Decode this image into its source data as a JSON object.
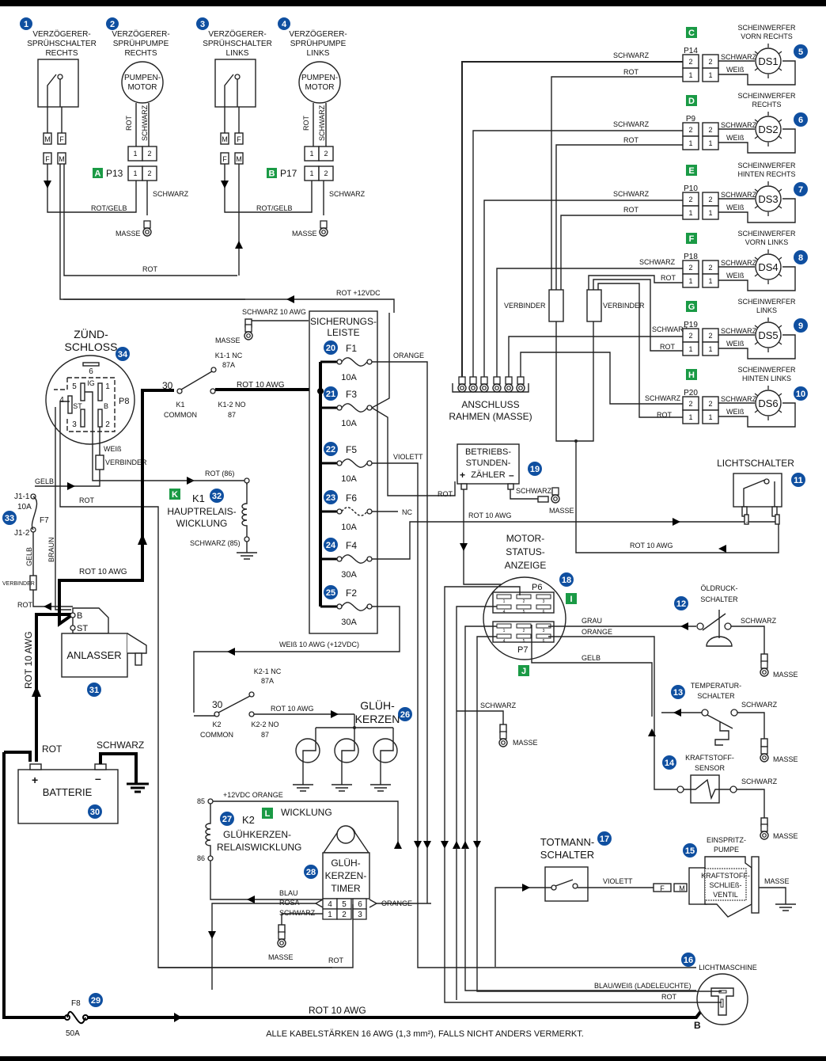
{
  "title": "Schaltplan",
  "note": "ALLE KABELSTÄRKEN 16 AWG (1,3 mm²), FALLS NICHT ANDERS VERMERKT.",
  "colors": {
    "badge": "#0f4fa0",
    "connector_label": "#1a9a45"
  },
  "components": {
    "c1": {
      "num": "1",
      "l1": "VERZÖGERER-",
      "l2": "SPRÜHSCHALTER",
      "l3": "RECHTS"
    },
    "c2": {
      "num": "2",
      "l1": "VERZÖGERER-",
      "l2": "SPRÜHPUMPE",
      "l3": "RECHTS",
      "motor1": "PUMPEN-",
      "motor2": "MOTOR"
    },
    "c3": {
      "num": "3",
      "l1": "VERZÖGERER-",
      "l2": "SPRÜHSCHALTER",
      "l3": "LINKS"
    },
    "c4": {
      "num": "4",
      "l1": "VERZÖGERER-",
      "l2": "SPRÜHPUMPE",
      "l3": "LINKS",
      "motor1": "PUMPEN-",
      "motor2": "MOTOR"
    },
    "c5": {
      "num": "5",
      "l1": "SCHEINWERFER",
      "l2": "VORN RECHTS",
      "id": "DS1",
      "conn": "P14",
      "letter": "C"
    },
    "c6": {
      "num": "6",
      "l1": "SCHEINWERFER",
      "l2": "RECHTS",
      "id": "DS2",
      "conn": "P9",
      "letter": "D"
    },
    "c7": {
      "num": "7",
      "l1": "SCHEINWERFER",
      "l2": "HINTEN RECHTS",
      "id": "DS3",
      "conn": "P10",
      "letter": "E"
    },
    "c8": {
      "num": "8",
      "l1": "SCHEINWERFER",
      "l2": "VORN LINKS",
      "id": "DS4",
      "conn": "P18",
      "letter": "F"
    },
    "c9": {
      "num": "9",
      "l1": "SCHEINWERFER",
      "l2": "LINKS",
      "id": "DS5",
      "conn": "P19",
      "letter": "G"
    },
    "c10": {
      "num": "10",
      "l1": "SCHEINWERFER",
      "l2": "HINTEN LINKS",
      "id": "DS6",
      "conn": "P20",
      "letter": "H"
    },
    "c11": {
      "num": "11",
      "l1": "LICHTSCHALTER"
    },
    "c12": {
      "num": "12",
      "l1": "ÖLDRUCK-",
      "l2": "SCHALTER"
    },
    "c13": {
      "num": "13",
      "l1": "TEMPERATUR-",
      "l2": "SCHALTER"
    },
    "c14": {
      "num": "14",
      "l1": "KRAFTSTOFF-",
      "l2": "SENSOR"
    },
    "c15": {
      "num": "15",
      "l1": "EINSPRITZ-",
      "l2": "PUMPE",
      "v1": "KRAFTSTOFF-",
      "v2": "SCHLIEß-",
      "v3": "VENTIL"
    },
    "c16": {
      "num": "16",
      "l1": "LICHTMASCHINE",
      "term": "B"
    },
    "c17": {
      "num": "17",
      "l1": "TOTMANN-",
      "l2": "SCHALTER"
    },
    "c18": {
      "num": "18",
      "l1": "MOTOR-",
      "l2": "STATUS-",
      "l3": "ANZEIGE",
      "p6": "P6",
      "p7": "P7",
      "letter1": "I",
      "letter2": "J"
    },
    "c19": {
      "num": "19",
      "l1": "BETRIEBS-",
      "l2": "STUNDEN-",
      "l3": "ZÄHLER",
      "plus": "+",
      "minus": "–"
    },
    "c26": {
      "num": "26",
      "l1": "GLÜH-",
      "l2": "KERZEN"
    },
    "c27": {
      "num": "27",
      "l0": "K2",
      "l1": "GLÜHKERZEN-",
      "l2": "RELAISWICKLUNG",
      "letter": "L",
      "coil": "WICKLUNG",
      "t85": "85",
      "t86": "86"
    },
    "c28": {
      "num": "28",
      "l1": "GLÜH-",
      "l2": "KERZEN-",
      "l3": "TIMER"
    },
    "c29": {
      "num": "29",
      "id": "F8",
      "rating": "50A"
    },
    "c30": {
      "num": "30",
      "l1": "BATTERIE",
      "plus": "+",
      "minus": "–"
    },
    "c31": {
      "num": "31",
      "l1": "ANLASSER",
      "b": "B",
      "st": "ST"
    },
    "c32": {
      "num": "32",
      "l0": "K1",
      "l1": "HAUPTRELAIS-",
      "l2": "WICKLUNG",
      "letter": "K",
      "t86": "ROT (86)",
      "t85": "SCHWARZ (85)"
    },
    "c33": {
      "num": "33",
      "id": "F7",
      "rating": "10A",
      "j1": "J1-1",
      "j2": "J1-2"
    },
    "c34": {
      "num": "34",
      "l1": "ZÜND-",
      "l2": "SCHLOSS",
      "conn": "P8",
      "pins": [
        "6",
        "5",
        "IG",
        "1",
        "4",
        "ST",
        "B",
        "3",
        "2"
      ]
    }
  },
  "fuse_panel": {
    "title1": "SICHERUNGS-",
    "title2": "LEISTE",
    "fuses": [
      {
        "num": "20",
        "id": "F1",
        "rating": "10A",
        "wire": "ORANGE"
      },
      {
        "num": "21",
        "id": "F3",
        "rating": "10A",
        "wire": ""
      },
      {
        "num": "22",
        "id": "F5",
        "rating": "10A",
        "wire": "VIOLETT"
      },
      {
        "num": "23",
        "id": "F6",
        "rating": "10A",
        "wire": "NC"
      },
      {
        "num": "24",
        "id": "F4",
        "rating": "30A",
        "wire": ""
      },
      {
        "num": "25",
        "id": "F2",
        "rating": "30A",
        "wire": ""
      }
    ]
  },
  "relay_k1": {
    "pin30": "30",
    "common1": "K1",
    "common2": "COMMON",
    "nc1": "K1-1 NC",
    "nc2": "87A",
    "no1": "K1-2 NO",
    "no2": "87"
  },
  "relay_k2": {
    "pin30": "30",
    "common1": "K2",
    "common2": "COMMON",
    "nc1": "K2-1 NC",
    "nc2": "87A",
    "no1": "K2-2 NO",
    "no2": "87"
  },
  "connectors": {
    "p13": "P13",
    "p17": "P17",
    "a": "A",
    "b": "B",
    "pin1": "1",
    "pin2": "2",
    "m": "M",
    "f": "F"
  },
  "frame_ground": {
    "l1": "ANSCHLUSS",
    "l2": "RAHMEN (MASSE)"
  },
  "wires": {
    "rot": "ROT",
    "schwarz": "SCHWARZ",
    "weiss": "WEIß",
    "rotgelb": "ROT/GELB",
    "masse": "MASSE",
    "rot12": "ROT +12VDC",
    "schwarz10": "SCHWARZ 10 AWG",
    "rot10": "ROT 10 AWG",
    "verbinder": "VERBINDER",
    "gelb": "GELB",
    "braun": "BRAUN",
    "grau": "GRAU",
    "orange": "ORANGE",
    "violett": "VIOLETT",
    "weiss10": "WEIß 10 AWG (+12VDC)",
    "plus12orange": "+12VDC ORANGE",
    "blau": "BLAU",
    "rosa": "ROSA",
    "blauweiss": "BLAU/WEIß (LADELEUCHTE)",
    "nc": "NC"
  }
}
